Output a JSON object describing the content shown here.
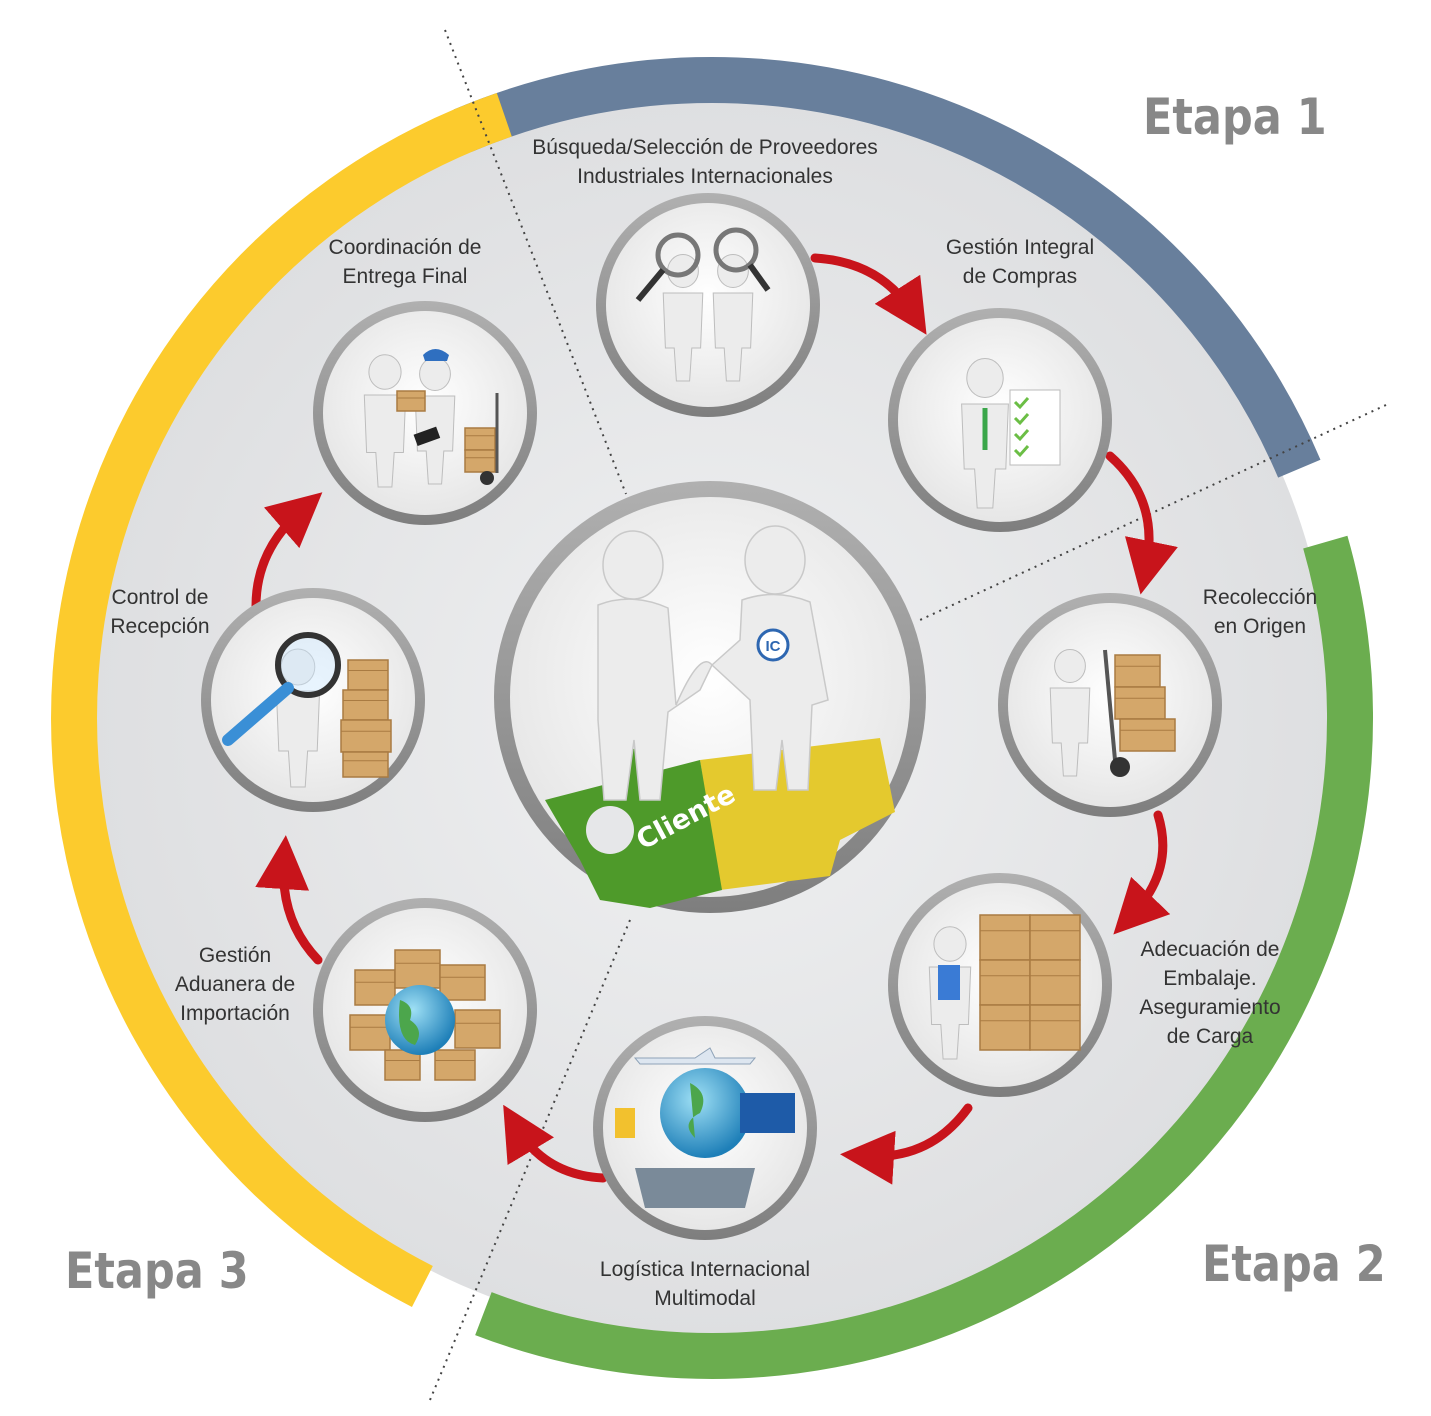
{
  "stages": [
    {
      "label": "Etapa 1",
      "color": "#687F9C"
    },
    {
      "label": "Etapa 2",
      "color": "#6BAD4F"
    },
    {
      "label": "Etapa 3",
      "color": "#FCCB2D"
    }
  ],
  "center": {
    "badge": "Cliente"
  },
  "steps": [
    {
      "lines": [
        "Búsqueda/Selección de Proveedores",
        "Industriales Internacionales"
      ],
      "icon": "search-suppliers-icon"
    },
    {
      "lines": [
        "Gestión Integral",
        "de Compras"
      ],
      "icon": "purchasing-checklist-icon"
    },
    {
      "lines": [
        "Recolección",
        "en Origen"
      ],
      "icon": "hand-truck-boxes-icon"
    },
    {
      "lines": [
        "Adecuación de",
        "Embalaje.",
        "Aseguramiento",
        "de Carga"
      ],
      "icon": "packaging-boxes-icon"
    },
    {
      "lines": [
        "Logística Internacional",
        "Multimodal"
      ],
      "icon": "multimodal-globe-icon"
    },
    {
      "lines": [
        "Gestión",
        "Aduanera de",
        "Importación"
      ],
      "icon": "customs-globe-boxes-icon"
    },
    {
      "lines": [
        "Control de",
        "Recepción"
      ],
      "icon": "magnifier-inspection-icon"
    },
    {
      "lines": [
        "Coordinación de",
        "Entrega Final"
      ],
      "icon": "delivery-handover-icon"
    }
  ],
  "colors": {
    "arrow": "#C8141B",
    "disc": "#E6E7E9",
    "ring": "#9A9A9A",
    "puzzle_green": "#4E9A2A",
    "puzzle_yellow": "#E4C92E"
  }
}
